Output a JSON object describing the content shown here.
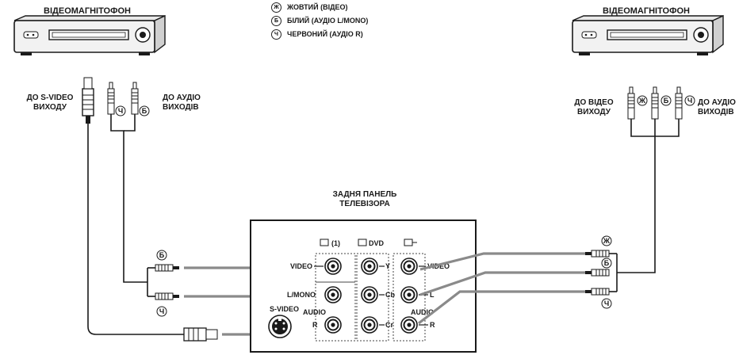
{
  "legend": [
    {
      "code": "Ж",
      "text": "ЖОВТИЙ (ВІДЕО)"
    },
    {
      "code": "Б",
      "text": "БІЛИЙ (АУДІО L/MONO)"
    },
    {
      "code": "Ч",
      "text": "ЧЕРВОНИЙ (АУДІО R)"
    }
  ],
  "vcr_left": {
    "title": "ВІДЕОМАГНІТОФОН",
    "svideo_label": "ДО S-VIDEO ВИХОДУ",
    "audio_label": "ДО АУДІО ВИХОДІВ"
  },
  "vcr_right": {
    "title": "ВІДЕОМАГНІТОФОН",
    "video_label": "ДО ВІДЕО ВИХОДУ",
    "audio_label": "ДО АУДІО ВИХОДІВ"
  },
  "tv": {
    "title": "ЗАДНЯ ПАНЕЛЬ ТЕЛЕВІЗОРА",
    "input_1": "(1)",
    "input_dvd": "DVD",
    "video_left": "VIDEO",
    "video_right": "VIDEO",
    "lmono": "L/MONO",
    "audio_left": "AUDIO",
    "audio_right": "AUDIO",
    "r_left": "R",
    "r_right": "R",
    "l_right": "L",
    "y": "Y",
    "cb": "Cb",
    "cr": "Cr",
    "svideo": "S-VIDEO"
  },
  "codes": {
    "yellow": "Ж",
    "white": "Б",
    "red": "Ч"
  },
  "colors": {
    "line": "#1a1a1a",
    "cable_gray": "#8a8a8a",
    "device_fill": "#f2f2f2"
  }
}
